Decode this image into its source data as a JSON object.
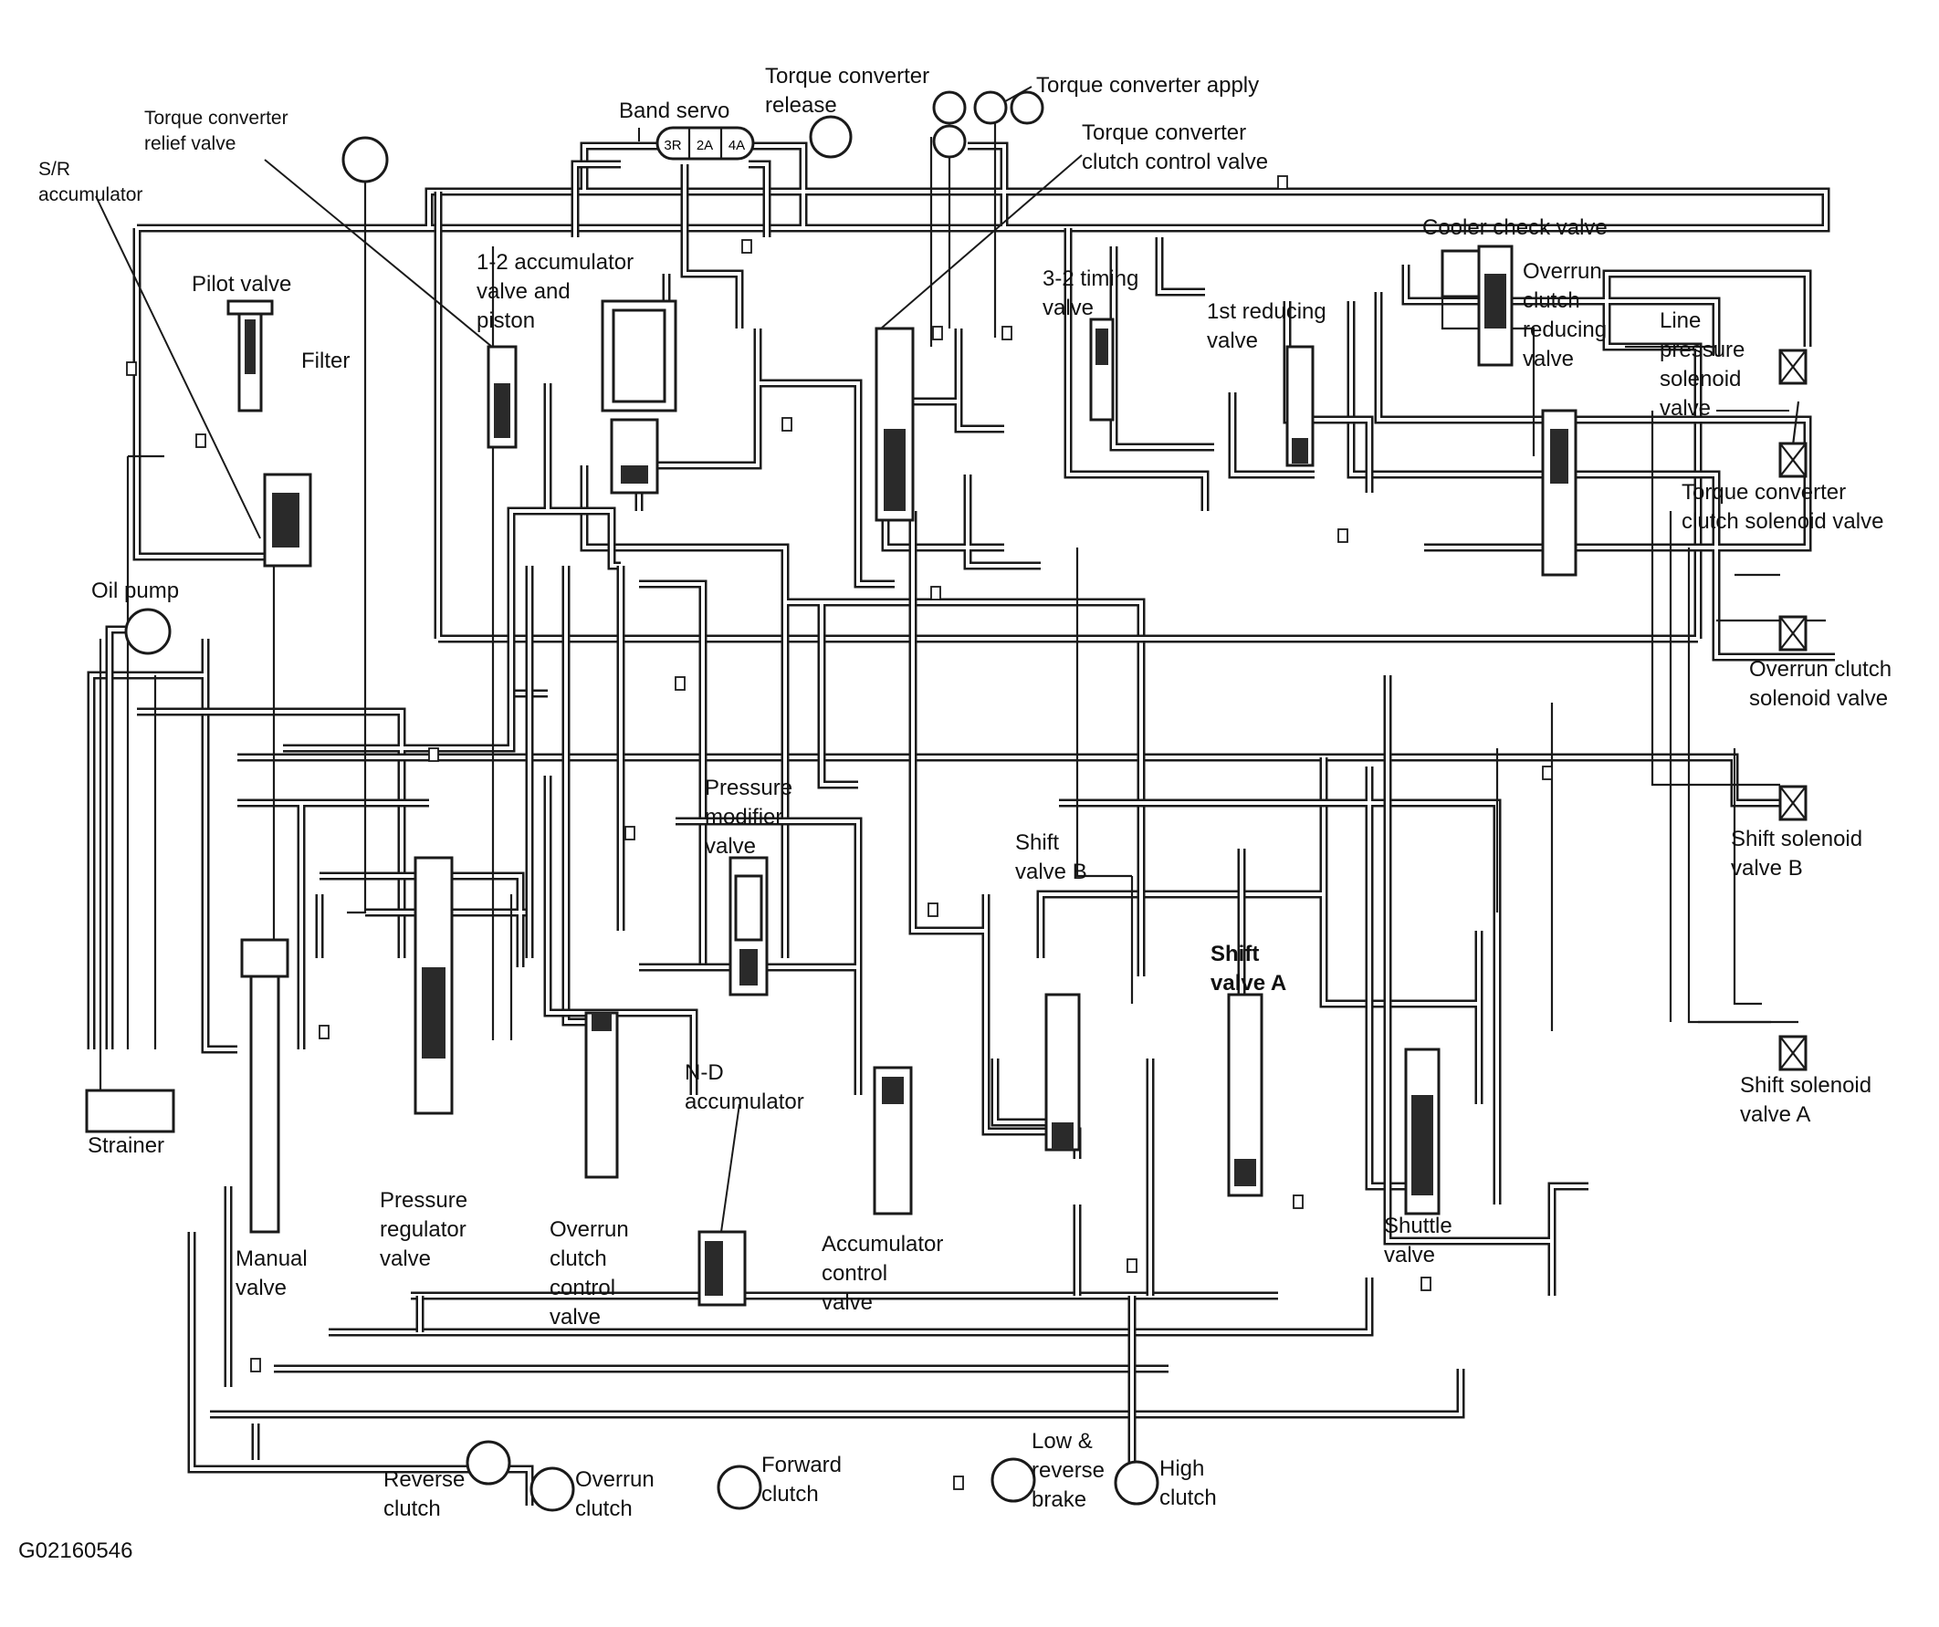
{
  "figure_id": "G02160546",
  "components": {
    "torque_converter_relief_valve": "Torque converter\nrelief valve",
    "sr_accumulator": "S/R\naccumulator",
    "pilot_valve": "Pilot valve",
    "filter": "Filter",
    "oil_pump": "Oil pump",
    "strainer": "Strainer",
    "band_servo": "Band servo",
    "band_servo_ports": [
      "3R",
      "2A",
      "4A"
    ],
    "torque_converter_release": "Torque converter\nrelease",
    "torque_converter_apply": "Torque converter apply",
    "torque_converter_clutch_control_valve": "Torque converter\nclutch control valve",
    "accumulator_valve_12": "1-2 accumulator\nvalve and\npiston",
    "timing_valve_32": "3-2 timing\nvalve",
    "first_reducing_valve": "1st reducing\nvalve",
    "cooler_check_valve": "Cooler check valve",
    "overrun_clutch_reducing_valve": "Overrun\nclutch\nreducing\nvalve",
    "line_pressure_solenoid_valve": "Line\npressure\nsolenoid\nvalve",
    "torque_converter_clutch_solenoid_valve": "Torque converter\nclutch solenoid valve",
    "overrun_clutch_solenoid_valve": "Overrun clutch\nsolenoid valve",
    "shift_solenoid_valve_b": "Shift solenoid\nvalve B",
    "shift_solenoid_valve_a": "Shift solenoid\nvalve A",
    "pressure_modifier_valve": "Pressure\nmodifier\nvalve",
    "shift_valve_b": "Shift\nvalve B",
    "shift_valve_a": "Shift\nvalve A",
    "pressure_regulator_valve": "Pressure\nregulator\nvalve",
    "manual_valve": "Manual\nvalve",
    "overrun_clutch_control_valve": "Overrun\nclutch\ncontrol\nvalve",
    "nd_accumulator": "N-D\naccumulator",
    "accumulator_control_valve": "Accumulator\ncontrol\nvalve",
    "shuttle_valve": "Shuttle\nvalve",
    "reverse_clutch": "Reverse\nclutch",
    "overrun_clutch": "Overrun\nclutch",
    "forward_clutch": "Forward\nclutch",
    "low_reverse_brake": "Low &\nreverse\nbrake",
    "high_clutch": "High\nclutch"
  }
}
